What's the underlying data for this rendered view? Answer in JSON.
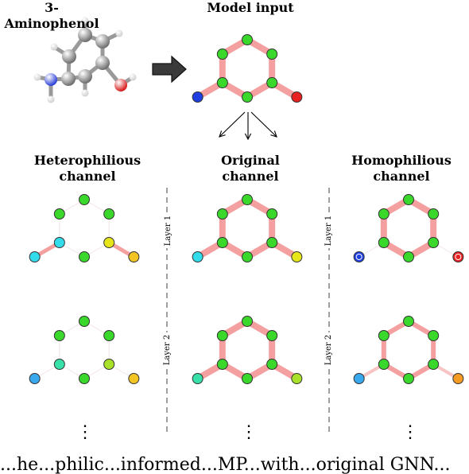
{
  "titles": {
    "molecule": "3-Aminophenol",
    "model_input": "Model input",
    "heterophilious": "Heterophilious\nchannel",
    "original": "Original\nchannel",
    "homophilious": "Homophilious\nchannel"
  },
  "layer_labels": {
    "layer1": "Layer 1",
    "layer2": "Layer 2"
  },
  "continuation": "⋮",
  "caption": "...he...philic...informed...MP...with...original GNN...",
  "colors": {
    "node_green": "#39d82b",
    "edge_pink": "#f4a0a0",
    "blue_n": "#1f3fe0",
    "red_o": "#e82020",
    "cyan": "#33dcea",
    "yellow": "#e5e51a",
    "teal": "#37e0a8",
    "lime": "#a8e02a",
    "light_blue": "#3aa8ec",
    "gold": "#f2c524",
    "orange": "#f59a22"
  }
}
